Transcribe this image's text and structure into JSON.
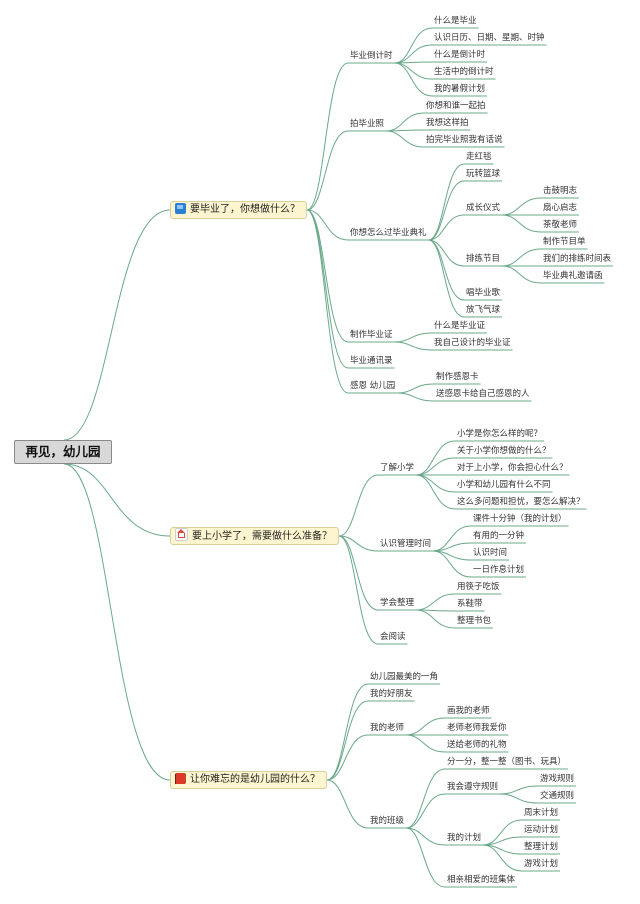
{
  "root": "再见，幼儿园",
  "branches": [
    {
      "label": "要毕业了，你想做什么？",
      "icon": "blue-flag-icon",
      "children": [
        {
          "label": "毕业倒计时",
          "children": [
            {
              "label": "什么是毕业"
            },
            {
              "label": "认识日历、日期、星期、时钟"
            },
            {
              "label": "什么是倒计时"
            },
            {
              "label": "生活中的倒计时"
            },
            {
              "label": "我的暑假计划"
            }
          ]
        },
        {
          "label": "拍毕业照",
          "children": [
            {
              "label": "你想和谁一起拍"
            },
            {
              "label": "我想这样拍"
            },
            {
              "label": "拍完毕业照我有话说"
            }
          ]
        },
        {
          "label": "你想怎么过毕业典礼",
          "children": [
            {
              "label": "走红毯"
            },
            {
              "label": "玩转篮球"
            },
            {
              "label": "成长仪式",
              "children": [
                {
                  "label": "击鼓明志"
                },
                {
                  "label": "扇心启志"
                },
                {
                  "label": "茶敬老师"
                }
              ]
            },
            {
              "label": "排练节目",
              "children": [
                {
                  "label": "制作节目单"
                },
                {
                  "label": "我们的排练时间表"
                },
                {
                  "label": "毕业典礼邀请函"
                }
              ]
            },
            {
              "label": "唱毕业歌"
            },
            {
              "label": "放飞气球"
            }
          ]
        },
        {
          "label": "制作毕业证",
          "children": [
            {
              "label": "什么是毕业证"
            },
            {
              "label": "我自己设计的毕业证"
            }
          ]
        },
        {
          "label": "毕业通讯录"
        },
        {
          "label": "感恩 幼儿园",
          "children": [
            {
              "label": "制作感恩卡"
            },
            {
              "label": "送感恩卡给自己感恩的人"
            }
          ]
        }
      ]
    },
    {
      "label": "要上小学了，需要做什么准备？",
      "icon": "house-icon",
      "children": [
        {
          "label": "了解小学",
          "children": [
            {
              "label": "小学是你怎么样的呢？"
            },
            {
              "label": "关于小学你想做的什么？"
            },
            {
              "label": "对于上小学，你会担心什么？"
            },
            {
              "label": "小学和幼儿园有什么不同"
            },
            {
              "label": "这么多问题和担忧，要怎么解决？"
            }
          ]
        },
        {
          "label": "认识管理时间",
          "children": [
            {
              "label": "课件十分钟（我的计划）"
            },
            {
              "label": "有用的一分钟"
            },
            {
              "label": "认识时间"
            },
            {
              "label": "一日作息计划"
            }
          ]
        },
        {
          "label": "学会整理",
          "children": [
            {
              "label": "用筷子吃饭"
            },
            {
              "label": "系鞋带"
            },
            {
              "label": "整理书包"
            }
          ]
        },
        {
          "label": "会阅读"
        }
      ]
    },
    {
      "label": "让你难忘的是幼儿园的什么？",
      "icon": "red-flag-icon",
      "children": [
        {
          "label": "幼儿园最美的一角"
        },
        {
          "label": "我的好朋友"
        },
        {
          "label": "我的老师",
          "children": [
            {
              "label": "画我的老师"
            },
            {
              "label": "老师老师我爱你"
            },
            {
              "label": "送给老师的礼物"
            }
          ]
        },
        {
          "label": "我的班级",
          "children": [
            {
              "label": "分一分，整一整（图书、玩具）"
            },
            {
              "label": "我会遵守规则",
              "children": [
                {
                  "label": "游戏规则"
                },
                {
                  "label": "交通规则"
                }
              ]
            },
            {
              "label": "我的计划",
              "children": [
                {
                  "label": "周末计划"
                },
                {
                  "label": "运动计划"
                },
                {
                  "label": "整理计划"
                },
                {
                  "label": "游戏计划"
                }
              ]
            },
            {
              "label": "相亲相爱的班集体"
            }
          ]
        }
      ]
    }
  ],
  "colors": {
    "line": "#6aa88a",
    "branch_fill": "#fdf5cf",
    "root_fill": "#d8d8d8"
  }
}
